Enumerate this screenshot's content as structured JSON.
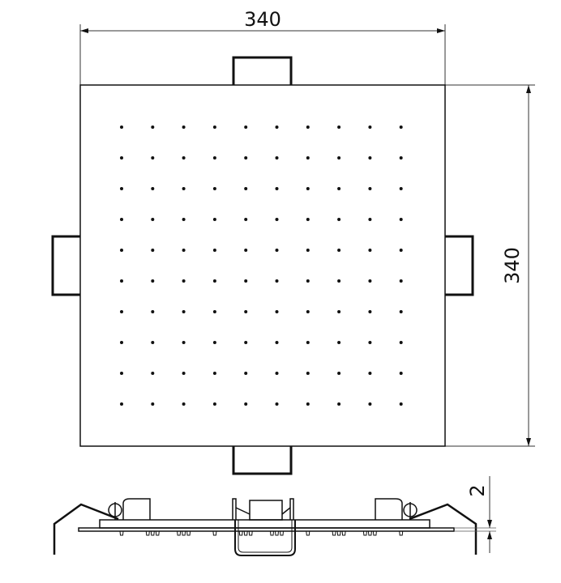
{
  "drawing": {
    "top_view": {
      "width_dimension": "340",
      "height_dimension": "340",
      "nozzle_grid": {
        "rows": 10,
        "columns": 10
      }
    },
    "side_view": {
      "thickness_dimension": "2"
    }
  },
  "colors": {
    "line": "#111111",
    "dimension": "#333333",
    "background": "#ffffff"
  }
}
